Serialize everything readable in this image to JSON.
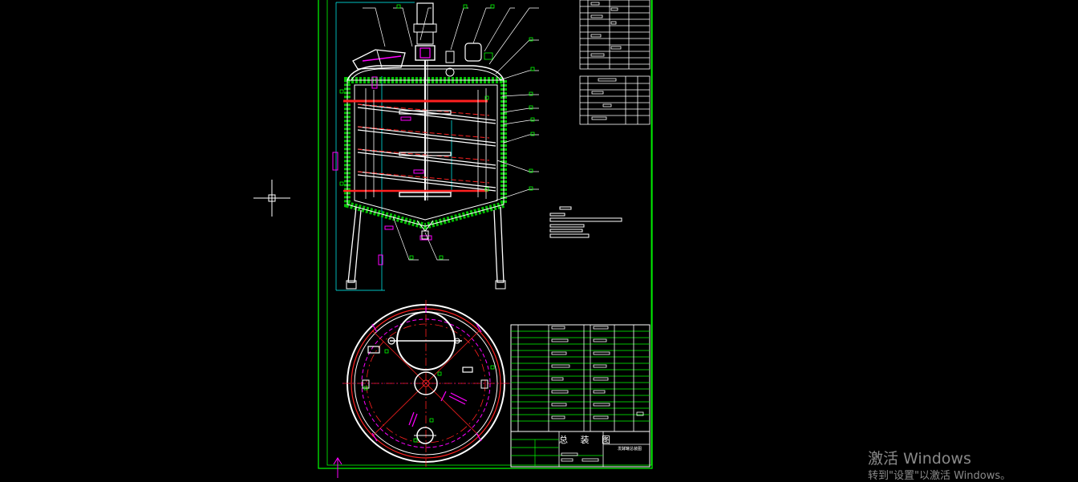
{
  "drawing": {
    "title_block_title": "总 装 图",
    "title_block_sub": "发酵罐总装图"
  },
  "watermark": {
    "title": "激活 Windows",
    "subtitle": "转到\"设置\"以激活 Windows。"
  },
  "colors": {
    "background": "#000000",
    "frame": "#00ff00",
    "line": "#ffffff",
    "accent": "#ff00ff",
    "red": "#ff2020",
    "cyan": "#00ffff",
    "insulation": "#00c000"
  }
}
